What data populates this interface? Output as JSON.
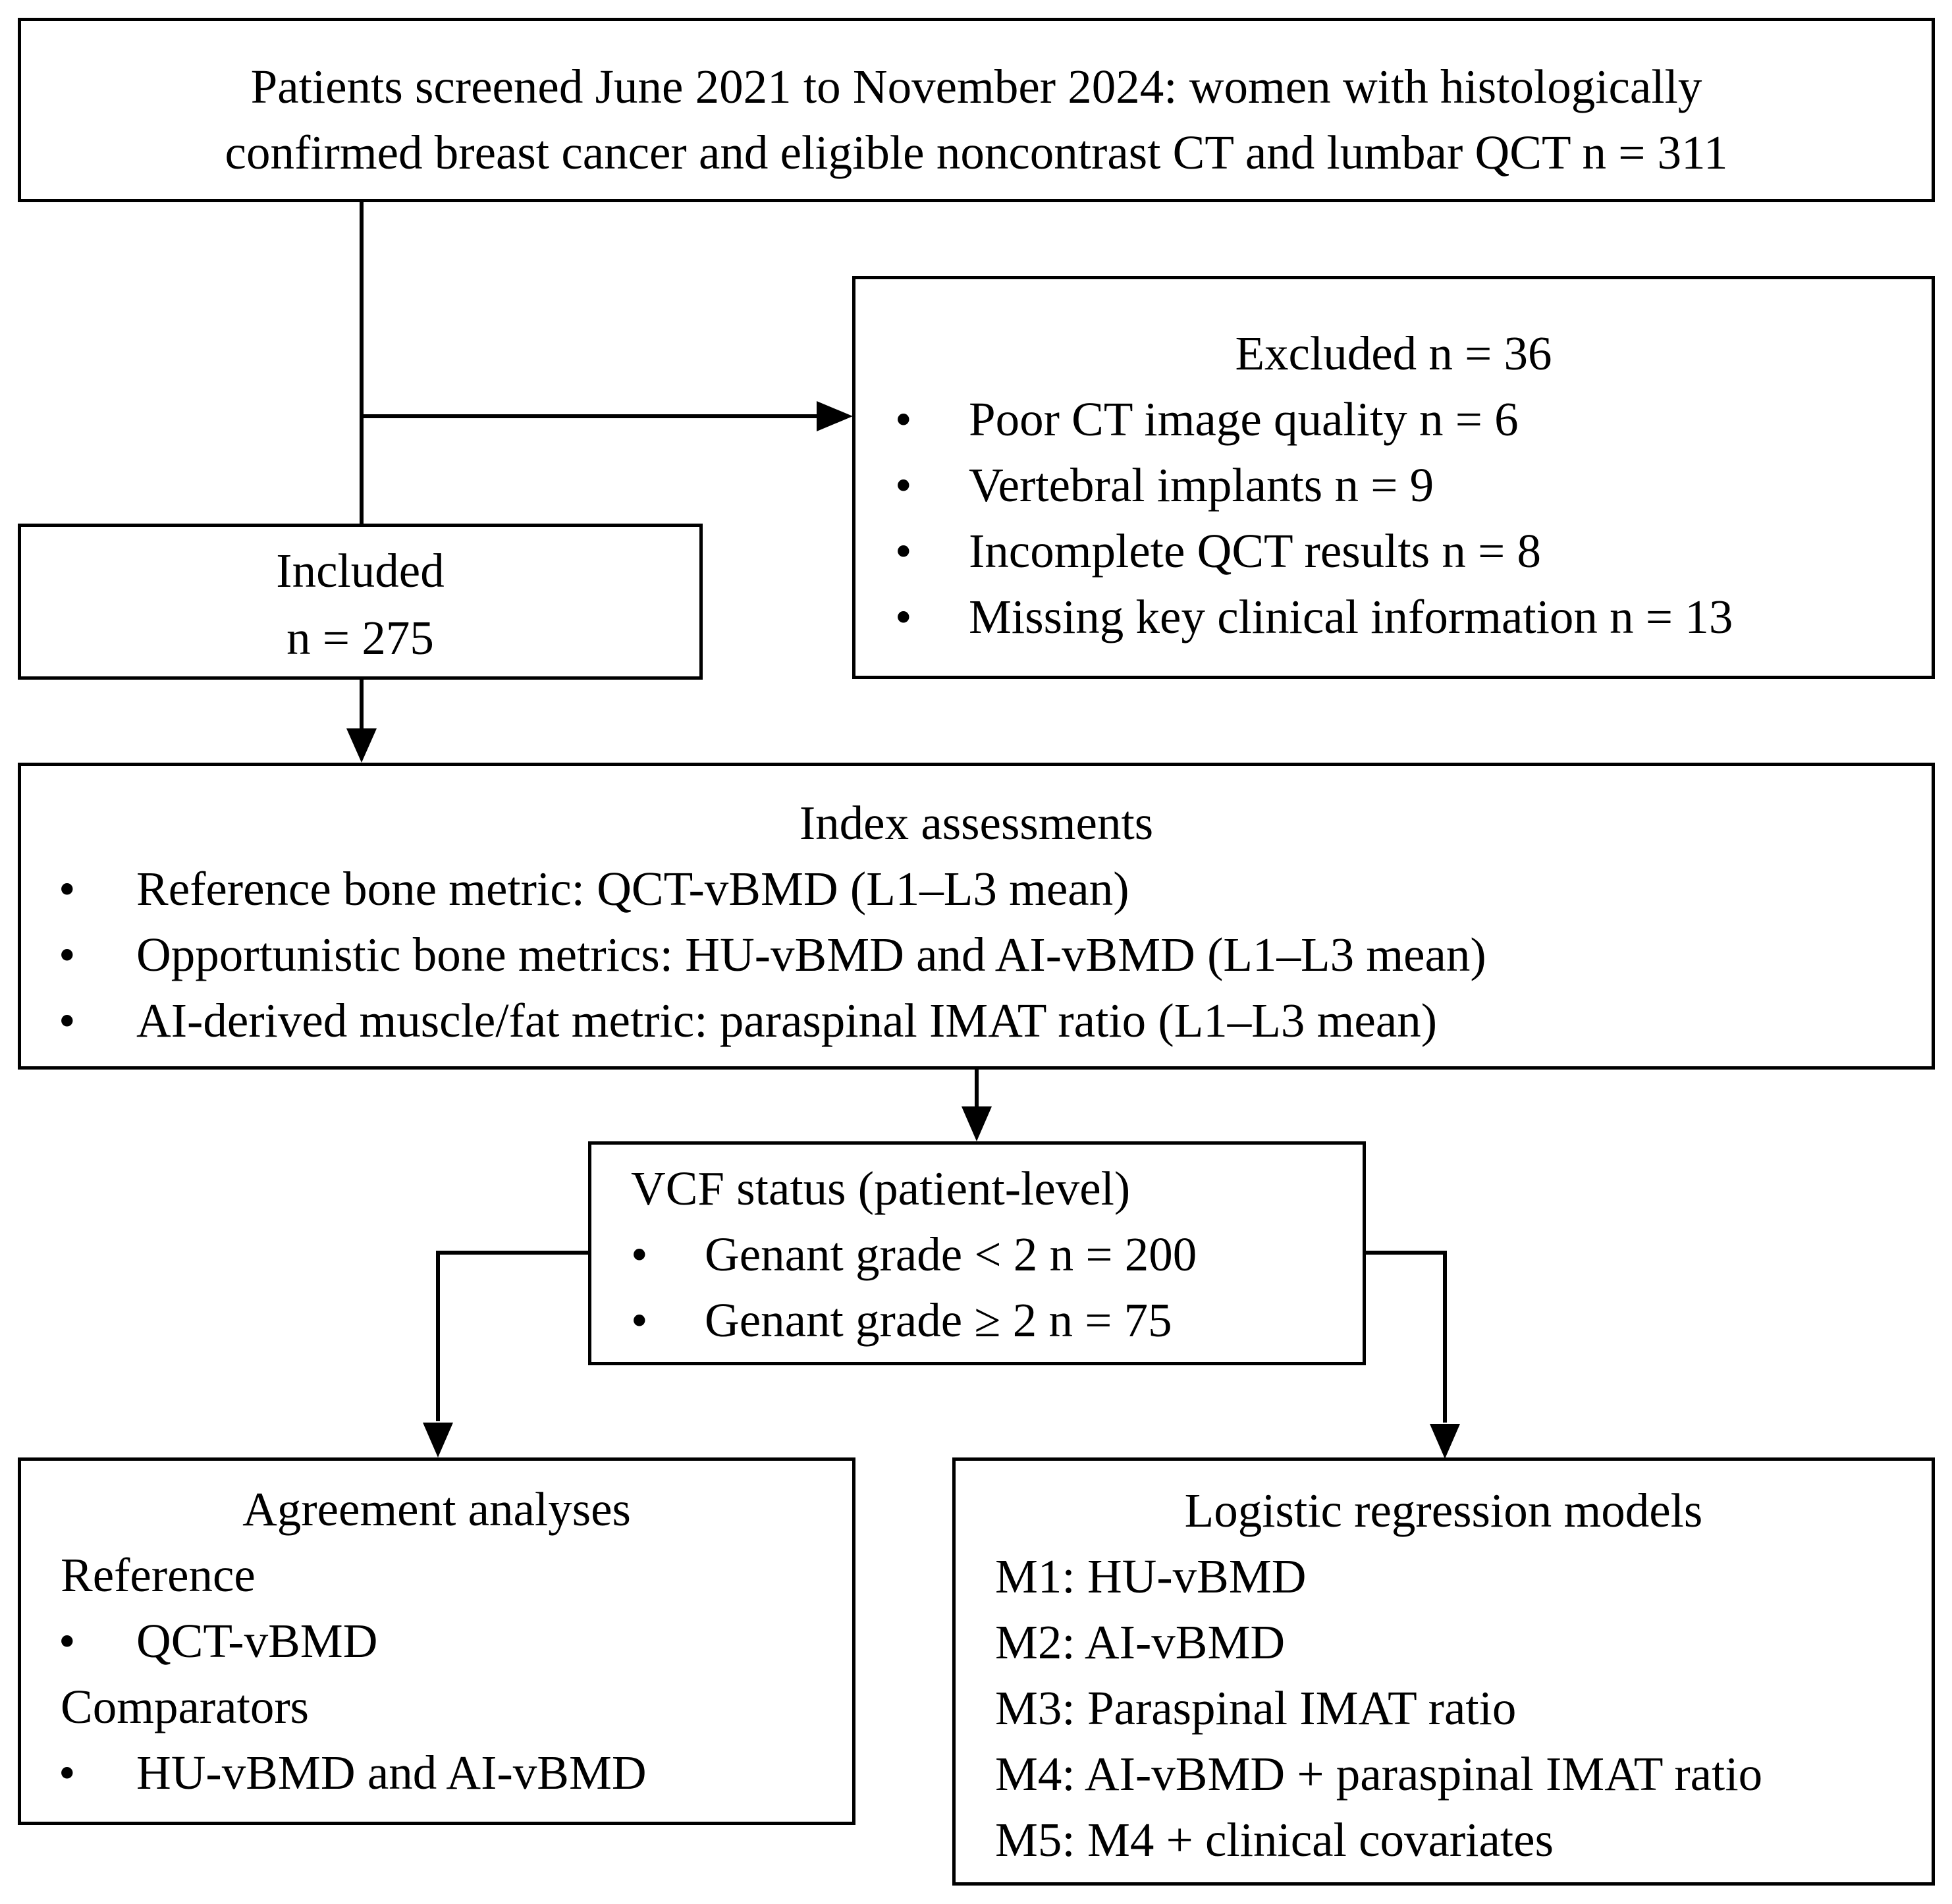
{
  "screening": {
    "line1": "Patients screened June 2021 to November 2024: women with histologically",
    "line2": "confirmed breast cancer and eligible noncontrast CT and lumbar QCT  n = 311"
  },
  "excluded": {
    "title": "Excluded  n = 36",
    "items": [
      "Poor CT image quality n = 6",
      "Vertebral implants n = 9",
      "Incomplete QCT results n = 8",
      "Missing key clinical information n = 13"
    ]
  },
  "included": {
    "line1": "Included",
    "line2": "n = 275"
  },
  "index": {
    "title": "Index assessments",
    "items": [
      "Reference bone metric: QCT-vBMD (L1–L3 mean)",
      "Opportunistic bone metrics: HU-vBMD and AI-vBMD (L1–L3 mean)",
      "AI-derived muscle/fat metric: paraspinal IMAT ratio (L1–L3 mean)"
    ]
  },
  "vcf": {
    "title": "VCF status (patient-level)",
    "items": [
      "Genant grade < 2  n = 200",
      "Genant grade ≥ 2  n = 75"
    ]
  },
  "agreement": {
    "title": "Agreement analyses",
    "reference_label": "Reference",
    "reference_item": "QCT-vBMD",
    "comparators_label": "Comparators",
    "comparators_item": "HU-vBMD and AI-vBMD"
  },
  "logistic": {
    "title": "Logistic regression models",
    "items": [
      "M1: HU-vBMD",
      "M2: AI-vBMD",
      "M3: Paraspinal IMAT ratio",
      "M4: AI-vBMD + paraspinal IMAT ratio",
      "M5: M4 + clinical covariates"
    ]
  },
  "bullet": "•"
}
